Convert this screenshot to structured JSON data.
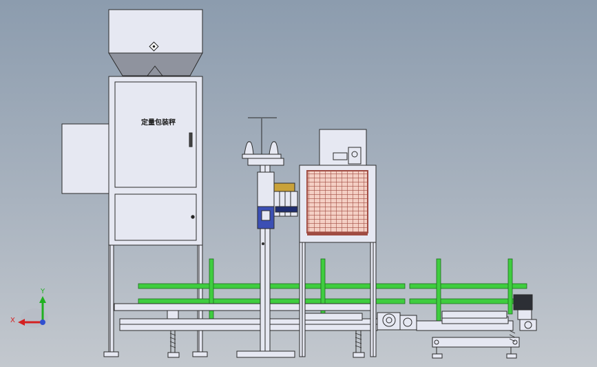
{
  "cabinet_label": "定量包装秤",
  "triad": {
    "x_label": "X",
    "y_label": "Y"
  },
  "colors": {
    "background_top": "#8c9cae",
    "background_bottom": "#c3c8ce",
    "machine_fill": "#e6e8f2",
    "outline": "#2a2a2a",
    "rail_green": "#3fcd3f",
    "heater_panel": "#f4cfc4",
    "heater_grid": "#a04c42",
    "gear_gold": "#c9a23a",
    "motor_blue": "#3b4fb4",
    "axis_x": "#d42020",
    "axis_y": "#20b020"
  }
}
